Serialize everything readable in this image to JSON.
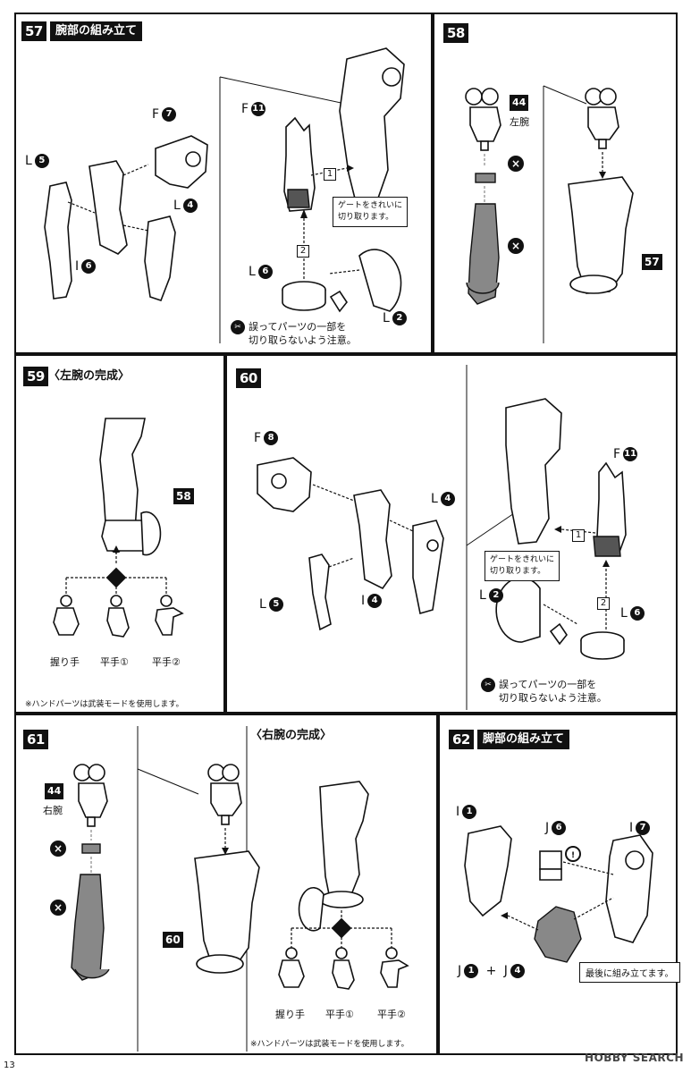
{
  "page_number": "13",
  "watermark": "HOBBY SEARCH",
  "steps": {
    "s57": {
      "number": "57",
      "title": "腕部の組み立て",
      "labels": {
        "F7": "F",
        "L5": "L",
        "I6": "I",
        "L4": "L",
        "F11": "F",
        "L6": "L",
        "L2": "L"
      },
      "circ": {
        "F7": "7",
        "L5": "5",
        "I6": "6",
        "L4": "4",
        "F11": "11",
        "L6": "6",
        "L2": "2"
      },
      "box1": "1",
      "box2": "2",
      "callout": [
        "ゲートをきれいに",
        "切り取ります。"
      ],
      "warning": [
        "誤ってパーツの一部を",
        "切り取らないよう注意。"
      ]
    },
    "s58": {
      "number": "58",
      "tag44": "44",
      "side": "左腕",
      "tag57": "57"
    },
    "s59": {
      "number": "59",
      "title": "〈左腕の完成〉",
      "tag58": "58",
      "hands": [
        "握り手",
        "平手①",
        "平手②"
      ],
      "note": "※ハンドパーツは武装モードを使用します。"
    },
    "s60": {
      "number": "60",
      "labels": {
        "F8": "F",
        "L4": "L",
        "L5": "L",
        "I4": "I",
        "F11": "F",
        "L2": "L",
        "L6": "L"
      },
      "circ": {
        "F8": "8",
        "L4": "4",
        "L5": "5",
        "I4": "4",
        "F11": "11",
        "L2": "2",
        "L6": "6"
      },
      "box1": "1",
      "box2": "2",
      "callout": [
        "ゲートをきれいに",
        "切り取ります。"
      ],
      "warning": [
        "誤ってパーツの一部を",
        "切り取らないよう注意。"
      ]
    },
    "s61": {
      "number": "61",
      "tag44": "44",
      "side": "右腕",
      "tag60": "60",
      "complete_title": "〈右腕の完成〉",
      "hands": [
        "握り手",
        "平手①",
        "平手②"
      ],
      "note": "※ハンドパーツは武装モードを使用します。"
    },
    "s62": {
      "number": "62",
      "title": "脚部の組み立て",
      "labels": {
        "I1": "I",
        "J6": "J",
        "I7": "I",
        "J1": "J",
        "J4": "J"
      },
      "circ": {
        "I1": "1",
        "J6": "6",
        "I7": "7",
        "J1": "1",
        "J4": "4"
      },
      "plus": "+",
      "callout": "最後に組み立てます。"
    }
  }
}
